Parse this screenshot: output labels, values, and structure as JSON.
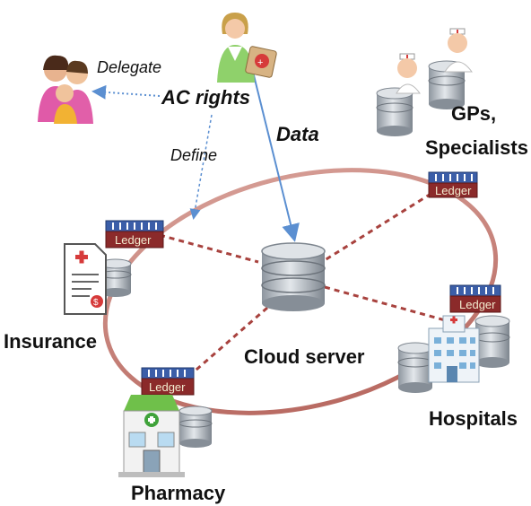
{
  "labels": {
    "delegate": "Delegate",
    "ac_rights": "AC rights",
    "define": "Define",
    "data": "Data",
    "gps_line1": "GPs,",
    "gps_line2": "Specialists",
    "insurance": "Insurance",
    "cloud_server": "Cloud server",
    "hospitals": "Hospitals",
    "pharmacy": "Pharmacy"
  },
  "ledger_label": "Ledger",
  "nodes": [
    {
      "id": "insurance",
      "label": "Insurance",
      "icon": "document-icon"
    },
    {
      "id": "pharmacy",
      "label": "Pharmacy",
      "icon": "store-icon"
    },
    {
      "id": "hospitals",
      "label": "Hospitals",
      "icon": "hospital-icon"
    },
    {
      "id": "gps",
      "label": "GPs, Specialists",
      "icon": "doctor-icon"
    },
    {
      "id": "cloud",
      "label": "Cloud server",
      "icon": "database-icon"
    },
    {
      "id": "patient",
      "label": "AC rights",
      "icon": "patient-icon"
    },
    {
      "id": "family",
      "label": "Delegate",
      "icon": "family-icon"
    }
  ],
  "colors": {
    "ring": "#c9827a",
    "dashed_link": "#a8423e",
    "arrow_blue": "#5b8fd1",
    "ledger_body": "#8b2a2a",
    "ledger_blocks": "#3b5ea8",
    "database": "#b9c0c8"
  }
}
